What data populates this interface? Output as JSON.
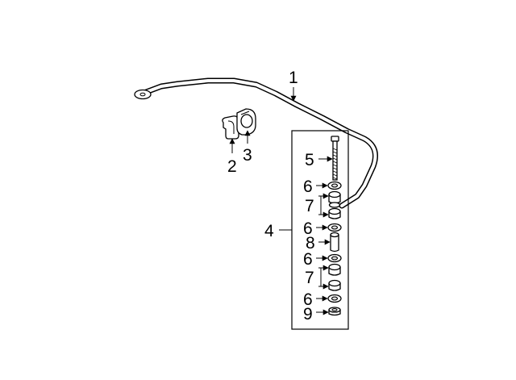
{
  "diagram": {
    "colors": {
      "ink": "#000000",
      "paper": "#ffffff",
      "shade": "#d9d9d9"
    },
    "callouts": {
      "c1": "1",
      "c2": "2",
      "c3": "3",
      "c4": "4",
      "c5": "5",
      "c6a": "6",
      "c7a": "7",
      "c6b": "6",
      "c8": "8",
      "c6c": "6",
      "c7b": "7",
      "c6d": "6",
      "c9": "9"
    }
  }
}
